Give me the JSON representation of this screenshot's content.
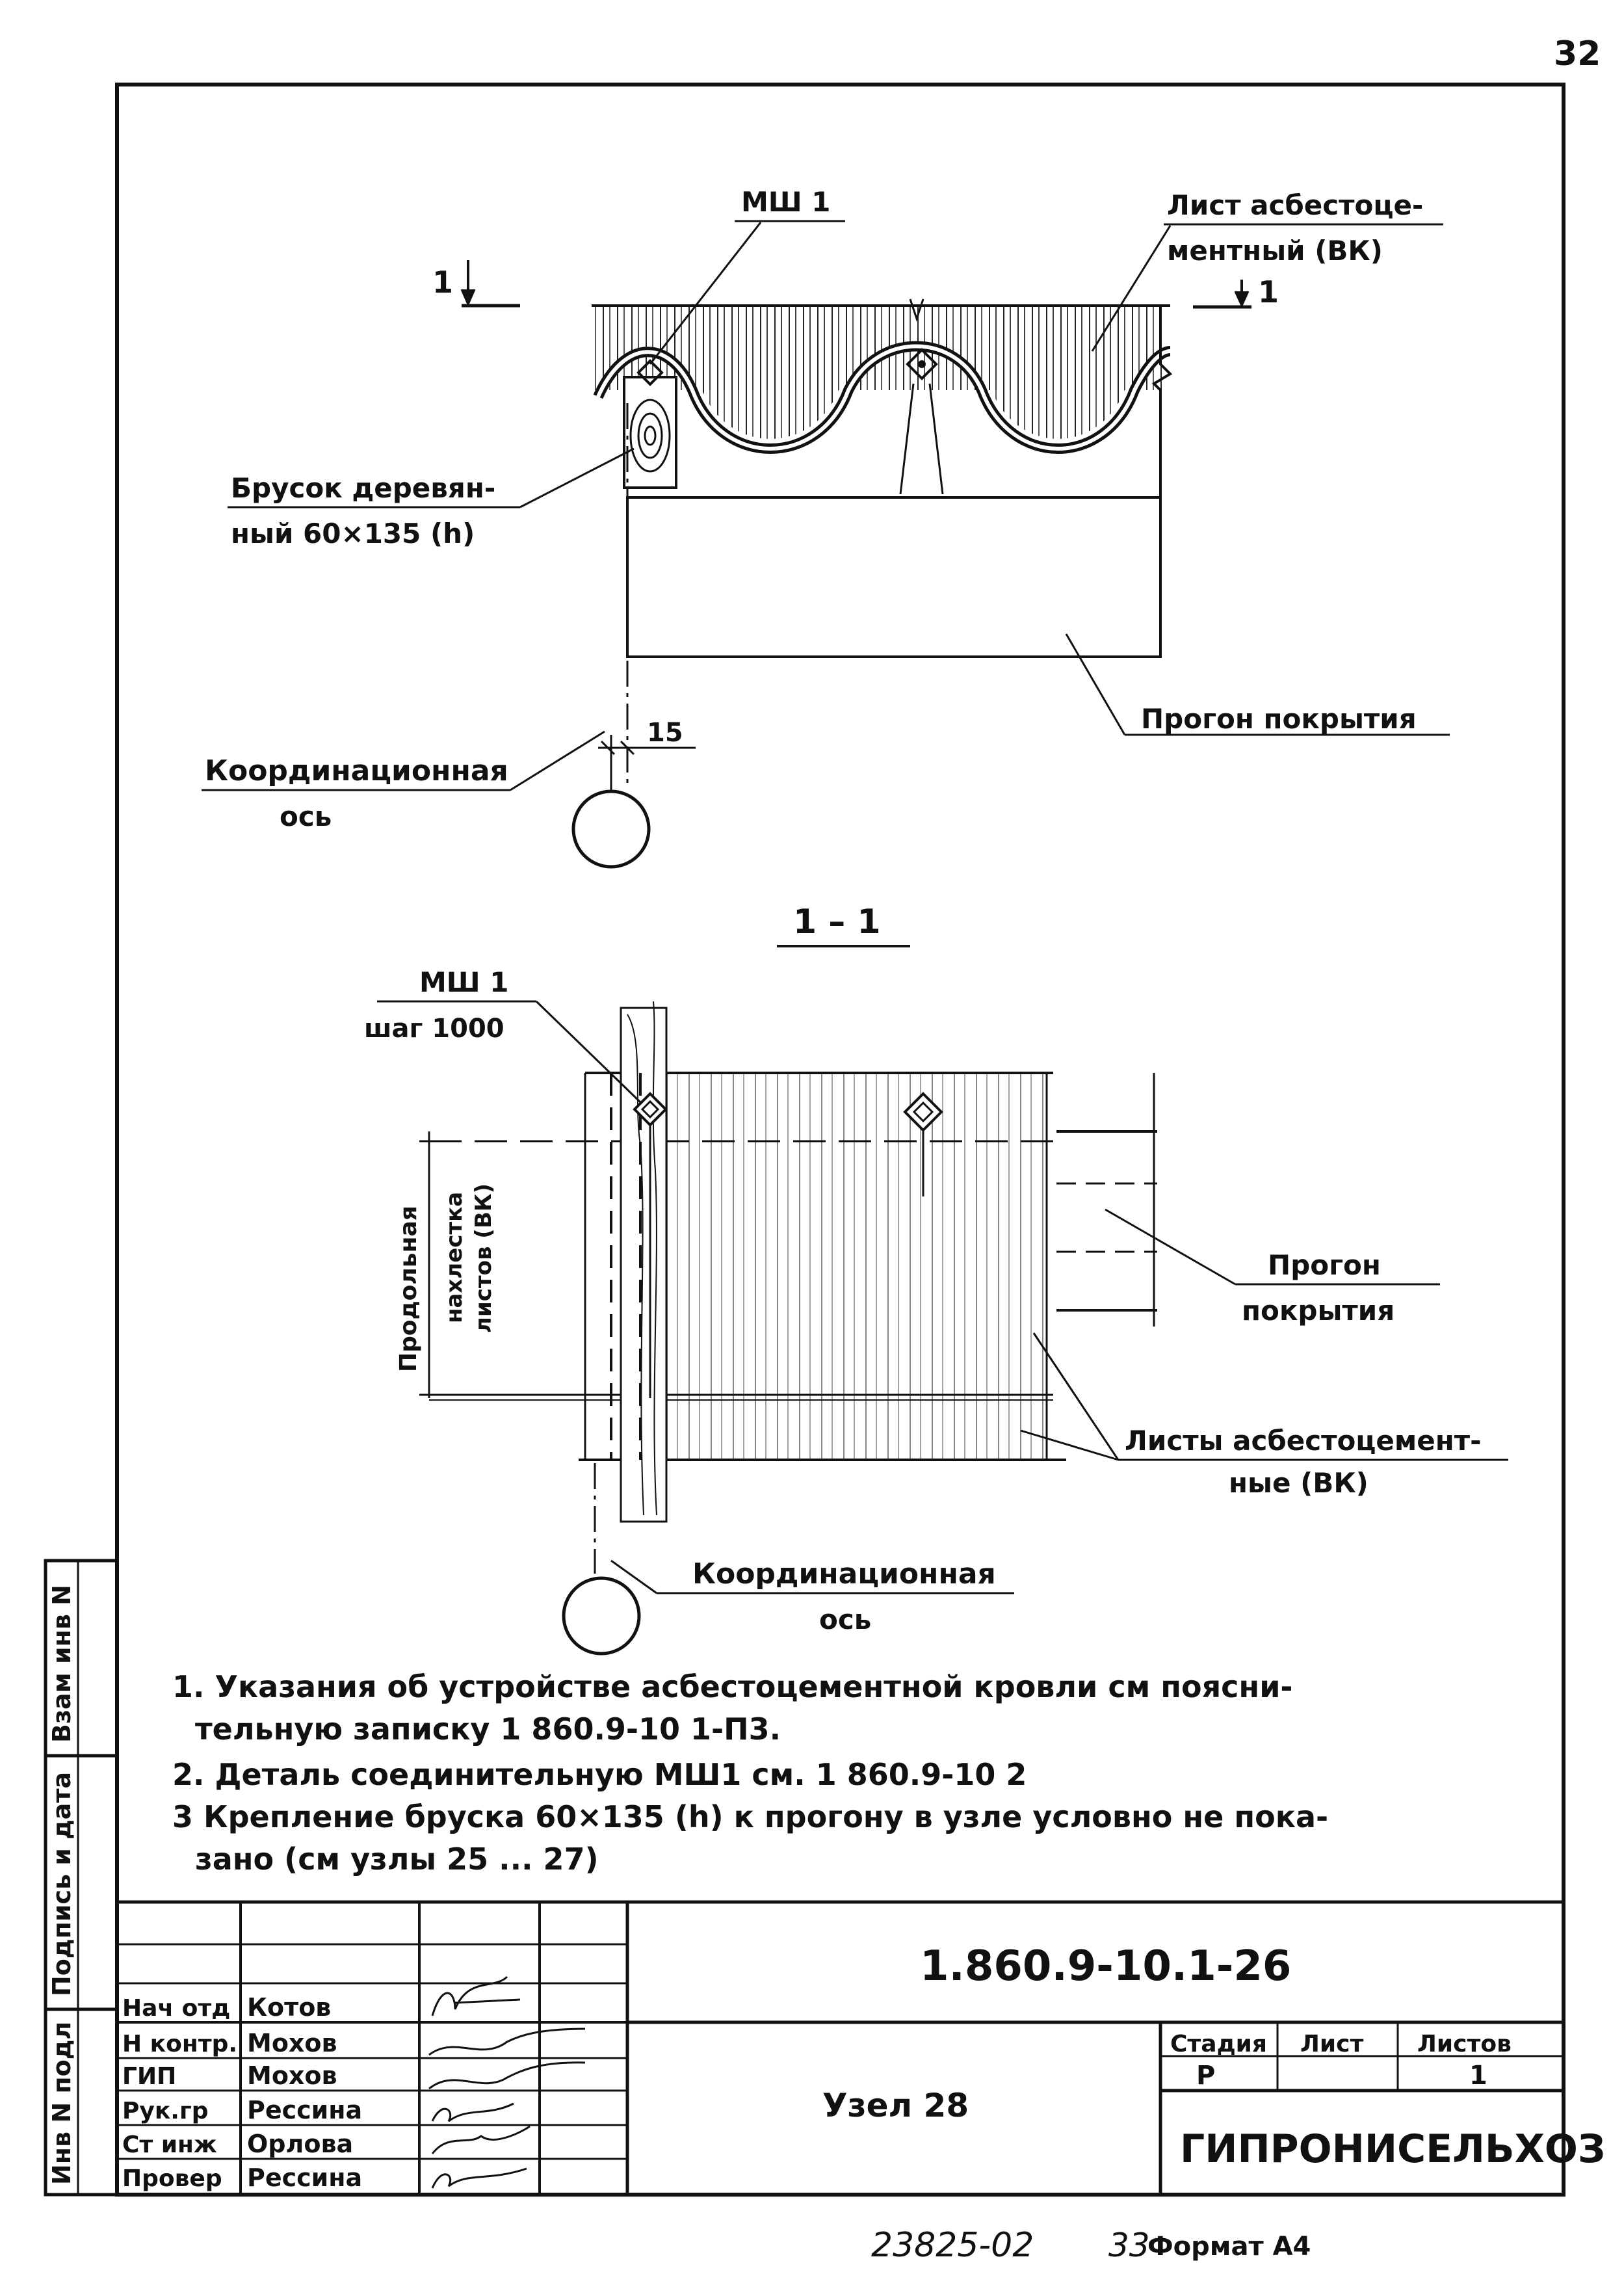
{
  "page_number": "32",
  "top_view": {
    "fastener_label": "МШ 1",
    "sheet_label_line1": "Лист асбестоце-",
    "sheet_label_line2": "ментный (ВК)",
    "section_mark_left": "1",
    "section_mark_right": "1",
    "bar_label_line1": "Брусок деревян-",
    "bar_label_line2": "ный 60×135 (h)",
    "purlin_label": "Прогон покрытия",
    "axis_label_line1": "Координационная",
    "axis_label_line2": "ось",
    "dimension": "15"
  },
  "section_view": {
    "title": "1 – 1",
    "fastener_label": "МШ 1",
    "fastener_step": "шаг 1000",
    "overlap_label_line1": "Продольная",
    "overlap_label_line2": "нахлестка",
    "overlap_label_line3": "листов (ВК)",
    "purlin_label_line1": "Прогон",
    "purlin_label_line2": "покрытия",
    "sheets_label_line1": "Листы асбестоцемент-",
    "sheets_label_line2": "ные (ВК)",
    "axis_label_line1": "Координационная",
    "axis_label_line2": "ось"
  },
  "notes": [
    "1. Указания об устройстве асбестоцементной кровли см поясни-",
    "тельную записку 1 860.9-10 1-П3.",
    "2. Деталь соединительную МШ1 см. 1 860.9-10 2",
    "3 Крепление бруска 60×135 (h) к прогону в узле условно не пока-",
    "зано (см узлы 25 ... 27)"
  ],
  "side_stamp": [
    "Взам инв N",
    "Подпись и дата",
    "Инв N подл"
  ],
  "title_block": {
    "code": "1.860.9-10.1-26",
    "name": "Узел 28",
    "organization": "ГИПРОНИСЕЛЬХОЗ",
    "stage_header": "Стадия",
    "sheet_header": "Лист",
    "sheets_header": "Листов",
    "stage": "Р",
    "sheet": "",
    "sheets": "1",
    "staff": [
      {
        "role": "Нач отд",
        "name": "Котов"
      },
      {
        "role": "Н контр.",
        "name": "Мохов"
      },
      {
        "role": "ГИП",
        "name": "Мохов"
      },
      {
        "role": "Рук.гр",
        "name": "Рессина"
      },
      {
        "role": "Ст инж",
        "name": "Орлова"
      },
      {
        "role": "Провер",
        "name": "Рессина"
      }
    ]
  },
  "footer_number": "23825-02",
  "footer_page": "33",
  "format_label": "Формат А4"
}
